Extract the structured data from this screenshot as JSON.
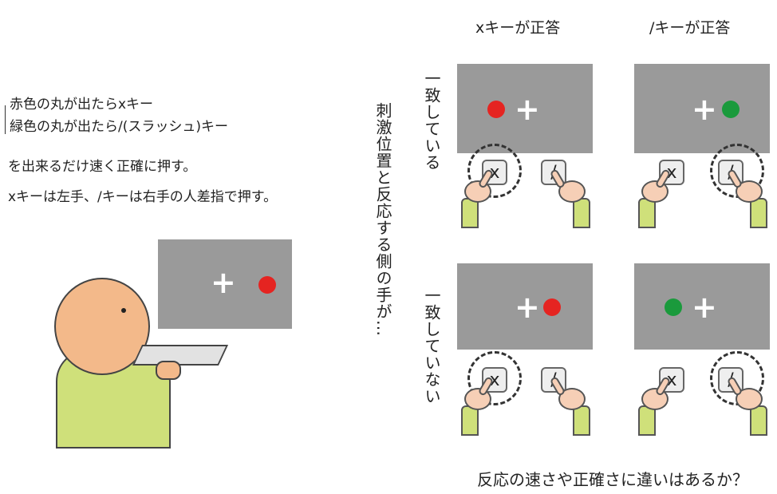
{
  "instructions": {
    "line1": "赤色の丸が出たらxキー",
    "line2": "緑色の丸が出たら/(スラッシュ)キー",
    "line3": "を出来るだけ速く正確に押す。",
    "line4": "xキーは左手、/キーは右手の人差指で押す。"
  },
  "column_headers": [
    "xキーが正答",
    "/キーが正答"
  ],
  "row_headers": [
    "一致している",
    "一致していない"
  ],
  "side_label": "刺激位置と反応する側の手が…",
  "bottom_question": "反応の速さや正確さに違いはあるか？",
  "stimulus": {
    "cross": "+"
  },
  "keys": {
    "left": "x",
    "right": "/"
  },
  "colors": {
    "red": "#e52421",
    "green": "#1a9a3c",
    "screen": "#9a9a9a",
    "skin": "#f6cfb6",
    "shirt": "#cfe07a"
  }
}
